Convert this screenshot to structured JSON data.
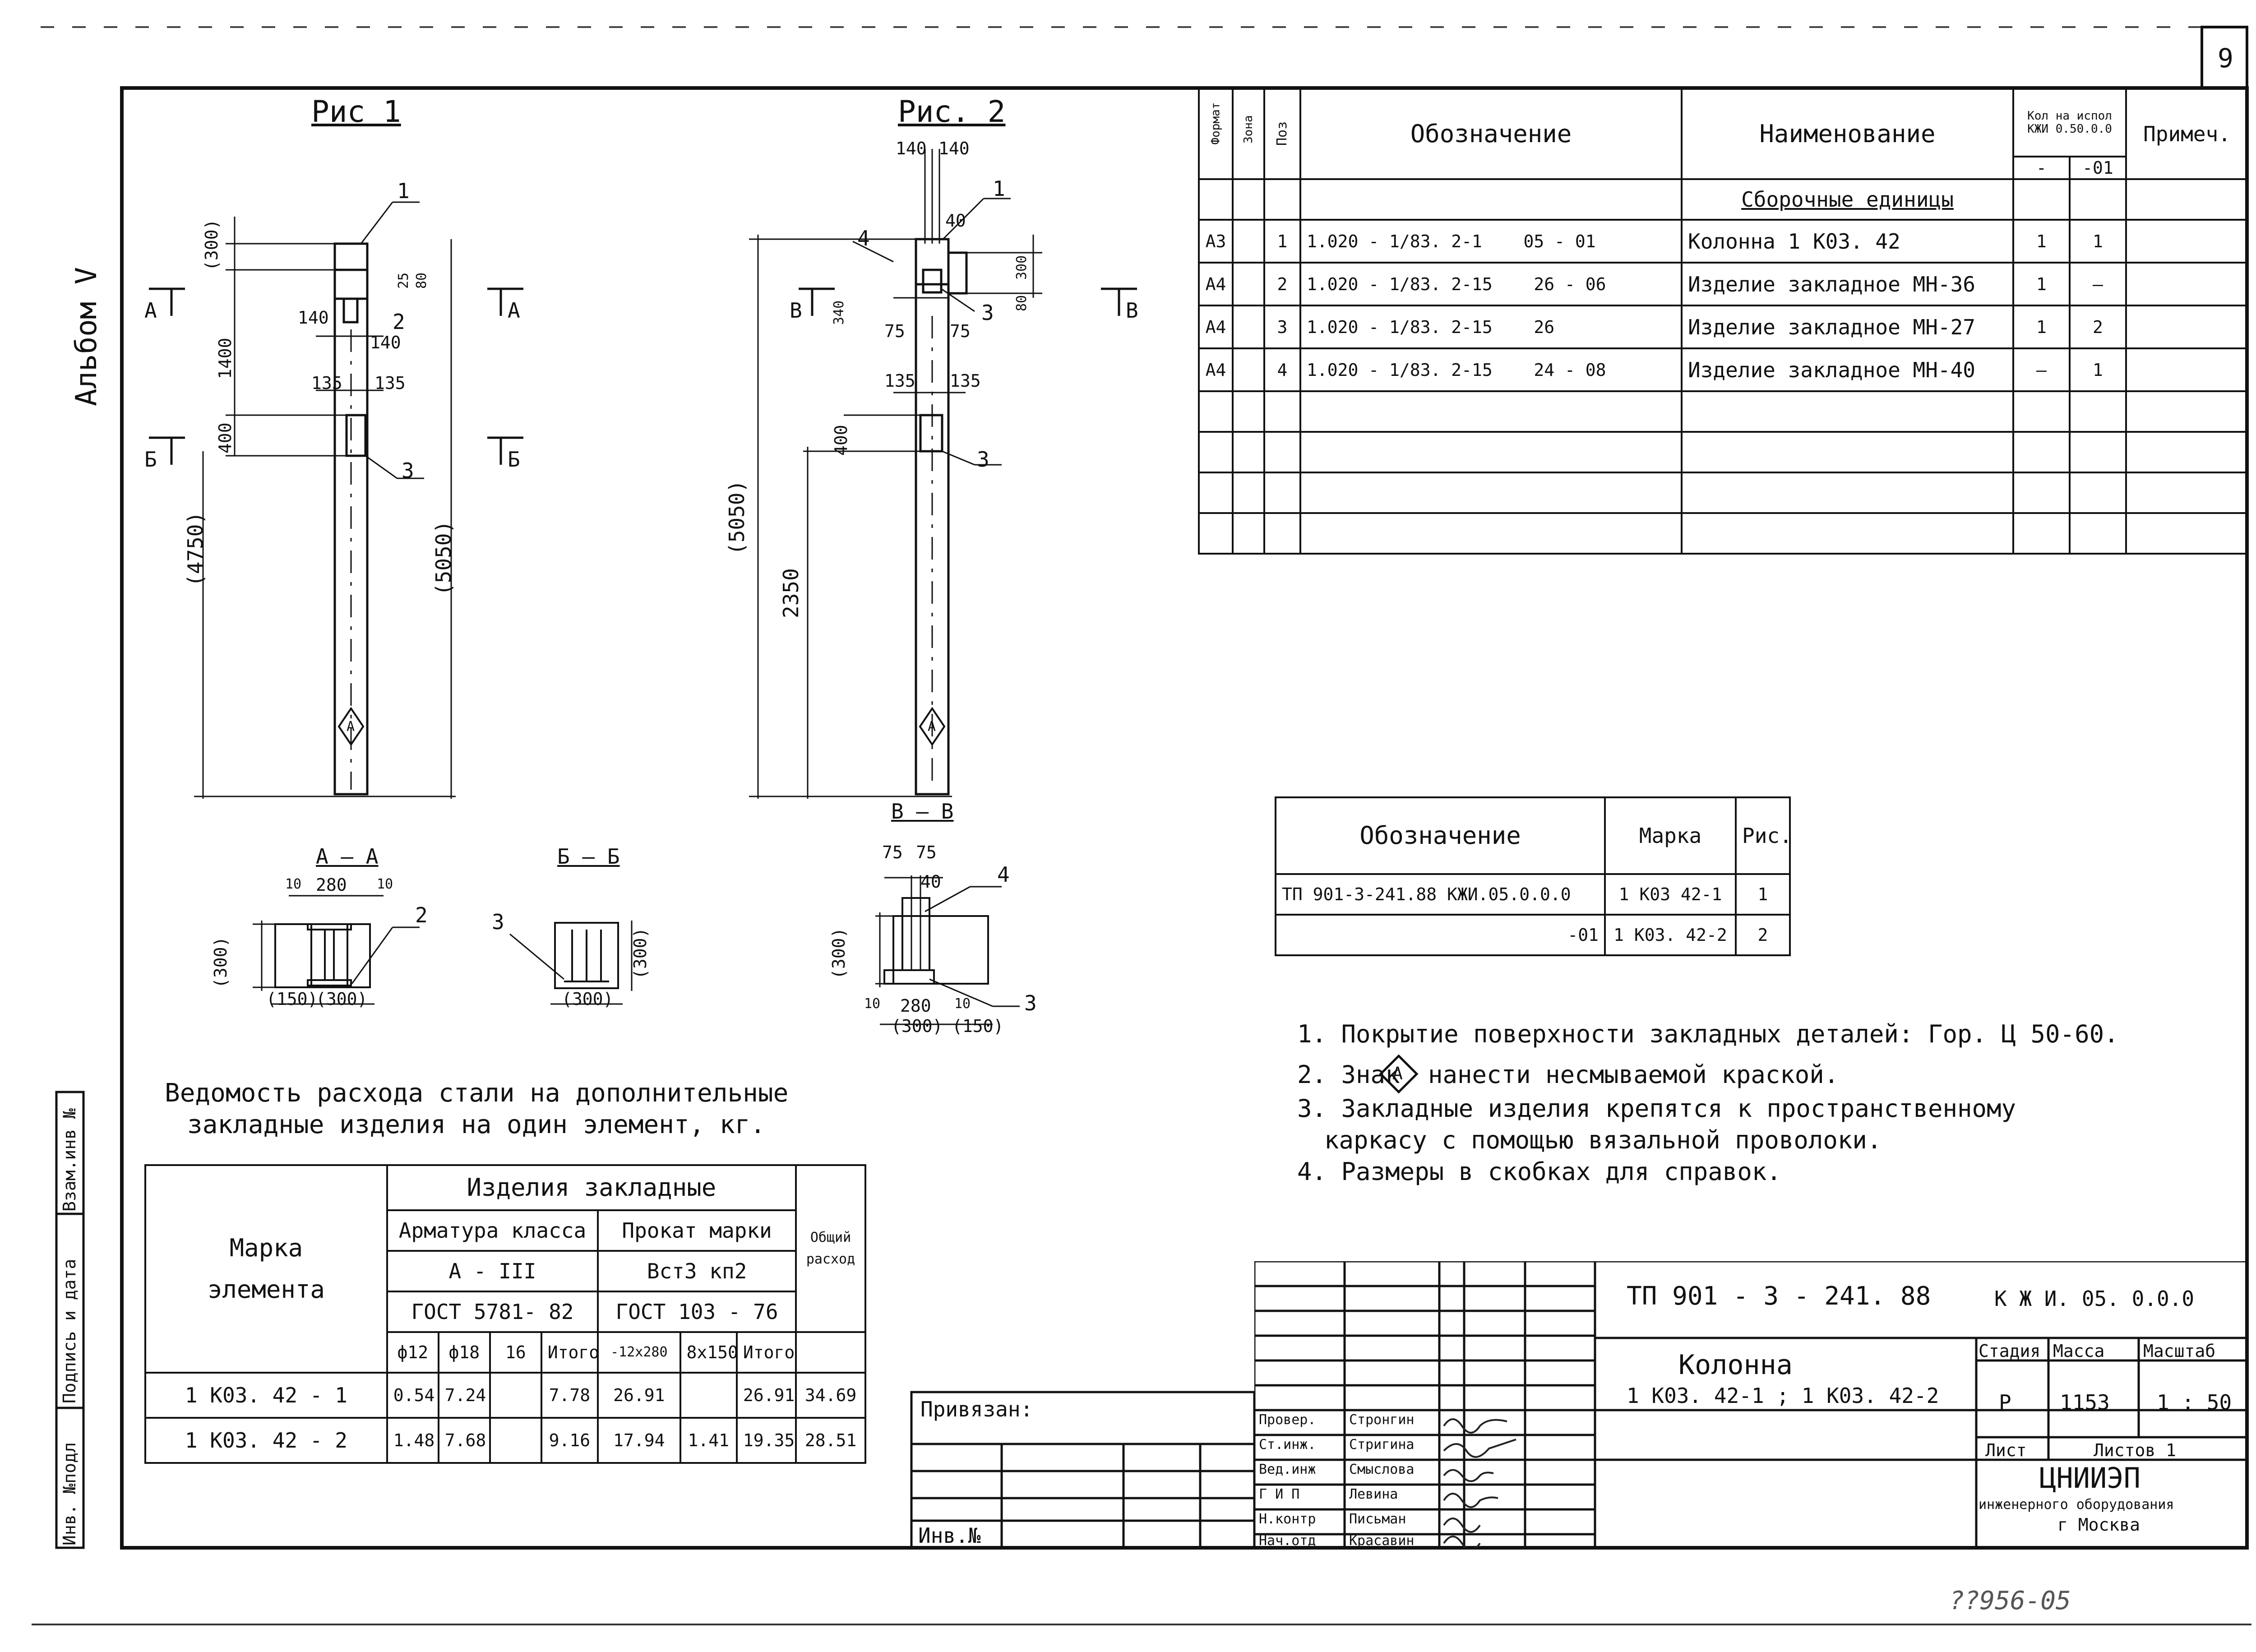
{
  "sheet": {
    "number": "9",
    "album": "Альбом V",
    "bottom_stamp": "??956-05"
  },
  "side_labels": {
    "inv_podl": "Инв. №подл",
    "podpis_data": "Подпись и дата",
    "vzam_inv": "Взам.инв №"
  },
  "fig1": {
    "title": "Рис 1",
    "section_a": "А",
    "section_b": "Б",
    "marks": [
      "1",
      "2",
      "3"
    ],
    "dims": {
      "d300": "(300)",
      "d80a": "80",
      "d25": "25",
      "d1400": "1400",
      "d140a": "140",
      "d140b": "140",
      "d135a": "135",
      "d135b": "135",
      "d400": "400",
      "d4750": "(4750)",
      "d5050": "(5050)"
    }
  },
  "fig2": {
    "title": "Рис. 2",
    "section_v": "В",
    "marks": [
      "1",
      "4",
      "3",
      "3"
    ],
    "dims": {
      "d140a": "140",
      "d140b": "140",
      "d40": "40",
      "d300": "300",
      "d80": "80",
      "d340": "340",
      "d75a": "75",
      "d75b": "75",
      "d135a": "135",
      "d135b": "135",
      "d400": "400",
      "d5050": "(5050)",
      "d2350": "2350"
    }
  },
  "sections": {
    "aa": {
      "title": "А – А",
      "d10a": "10",
      "d280": "280",
      "d10b": "10",
      "d300v": "(300)",
      "d150": "(150)",
      "d300h": "(300)",
      "mark": "2"
    },
    "bb": {
      "title": "Б – Б",
      "d300v": "(300)",
      "d300h": "(300)",
      "mark": "3"
    },
    "vv": {
      "title": "В – В",
      "d75a": "75",
      "d75b": "75",
      "d40": "40",
      "d300v": "(300)",
      "d10a": "10",
      "d280": "280",
      "d10b": "10",
      "d300h": "(300)",
      "d150": "(150)",
      "mark4": "4",
      "mark3": "3"
    }
  },
  "spec": {
    "headers": {
      "format": "Формат",
      "zona": "Зона",
      "poz": "Поз",
      "oboznachenie": "Обозначение",
      "naimenovanie": "Наименование",
      "kol_top": "Кол на испол",
      "kol_code": "КЖИ 0.50.0.0",
      "kol_a": "-",
      "kol_b": "-01",
      "primech": "Примеч."
    },
    "section_title": "Сборочные единицы",
    "rows": [
      {
        "format": "А3",
        "poz": "1",
        "code": "1.020 - 1/83. 2-1",
        "code2": "05 - 01",
        "name": "Колонна    1 К03. 42",
        "q1": "1",
        "q2": "1"
      },
      {
        "format": "А4",
        "poz": "2",
        "code": "1.020 - 1/83. 2-15",
        "code2": "26 - 06",
        "name": "Изделие закладное МН-36",
        "q1": "1",
        "q2": "—"
      },
      {
        "format": "А4",
        "poz": "3",
        "code": "1.020 - 1/83. 2-15",
        "code2": "26",
        "name": "Изделие закладное МН-27",
        "q1": "1",
        "q2": "2"
      },
      {
        "format": "А4",
        "poz": "4",
        "code": "1.020 - 1/83. 2-15",
        "code2": "24 - 08",
        "name": "Изделие закладное МН-40",
        "q1": "—",
        "q2": "1"
      }
    ]
  },
  "marka_table": {
    "h_obozn": "Обозначение",
    "h_marka": "Марка",
    "h_ris": "Рис.",
    "rows": [
      {
        "obozn": "ТП 901-3-241.88     КЖИ.05.0.0.0",
        "marka": "1 К03 42-1",
        "ris": "1"
      },
      {
        "obozn": "-01",
        "marka": "1 К03. 42-2",
        "ris": "2"
      }
    ]
  },
  "notes": [
    "1. Покрытие поверхности закладных деталей: Гор. Ц 50-60.",
    "2. Знак",
    "нанести несмываемой краской.",
    "3. Закладные изделия крепятся к пространственному",
    "каркасу с помощью вязальной проволоки.",
    "4. Размеры в скобках для справок."
  ],
  "note_mark": "А",
  "steel": {
    "title1": "Ведомость расхода стали на дополнительные",
    "title2": "закладные изделия на один элемент, кг.",
    "h_marka": "Марка элемента",
    "h_izdelia": "Изделия   закладные",
    "h_armatura": "Арматура класса",
    "h_prokat": "Прокат марки",
    "h_obsh": "Общий расход",
    "h_a3": "А - III",
    "h_vst": "Вст3  кп2",
    "h_gost1": "ГОСТ 5781- 82",
    "h_gost2": "ГОСТ 103 - 76",
    "cols": [
      "ф12",
      "ф18",
      "16",
      "Итого",
      "-12х280",
      "8х150",
      "Итого"
    ],
    "rows": [
      {
        "marka": "1 К03. 42 - 1",
        "v": [
          "0.54",
          "7.24",
          "",
          "7.78",
          "26.91",
          "",
          "26.91",
          "34.69"
        ]
      },
      {
        "marka": "1 К03. 42 - 2",
        "v": [
          "1.48",
          "7.68",
          "",
          "9.16",
          "17.94",
          "1.41",
          "19.35",
          "28.51"
        ]
      }
    ]
  },
  "privyazan": {
    "label": "Привязан:",
    "inv": "Инв.№"
  },
  "title_block": {
    "code": "ТП 901 - 3 - 241. 88",
    "code2": "К Ж И. 05. 0.0.0",
    "name1": "Колонна",
    "name2": "1 К03. 42-1 ; 1 К03. 42-2",
    "h_stadia": "Стадия",
    "h_massa": "Масса",
    "h_masshtab": "Масштаб",
    "stadia": "Р",
    "massa": "1153",
    "masshtab": "1 : 50",
    "list": "Лист",
    "listov": "Листов 1",
    "org1": "ЦНИИЭП",
    "org2": "инженерного оборудования",
    "org3": "г  Москва",
    "people": [
      {
        "role": "Провер.",
        "name": "Стронгин"
      },
      {
        "role": "Ст.инж.",
        "name": "Стригина"
      },
      {
        "role": "Вед.инж",
        "name": "Смыслова"
      },
      {
        "role": "Г И П",
        "name": "Левина"
      },
      {
        "role": "Н.контр",
        "name": "Письман"
      },
      {
        "role": "Нач.отд",
        "name": "Красавин"
      }
    ]
  }
}
